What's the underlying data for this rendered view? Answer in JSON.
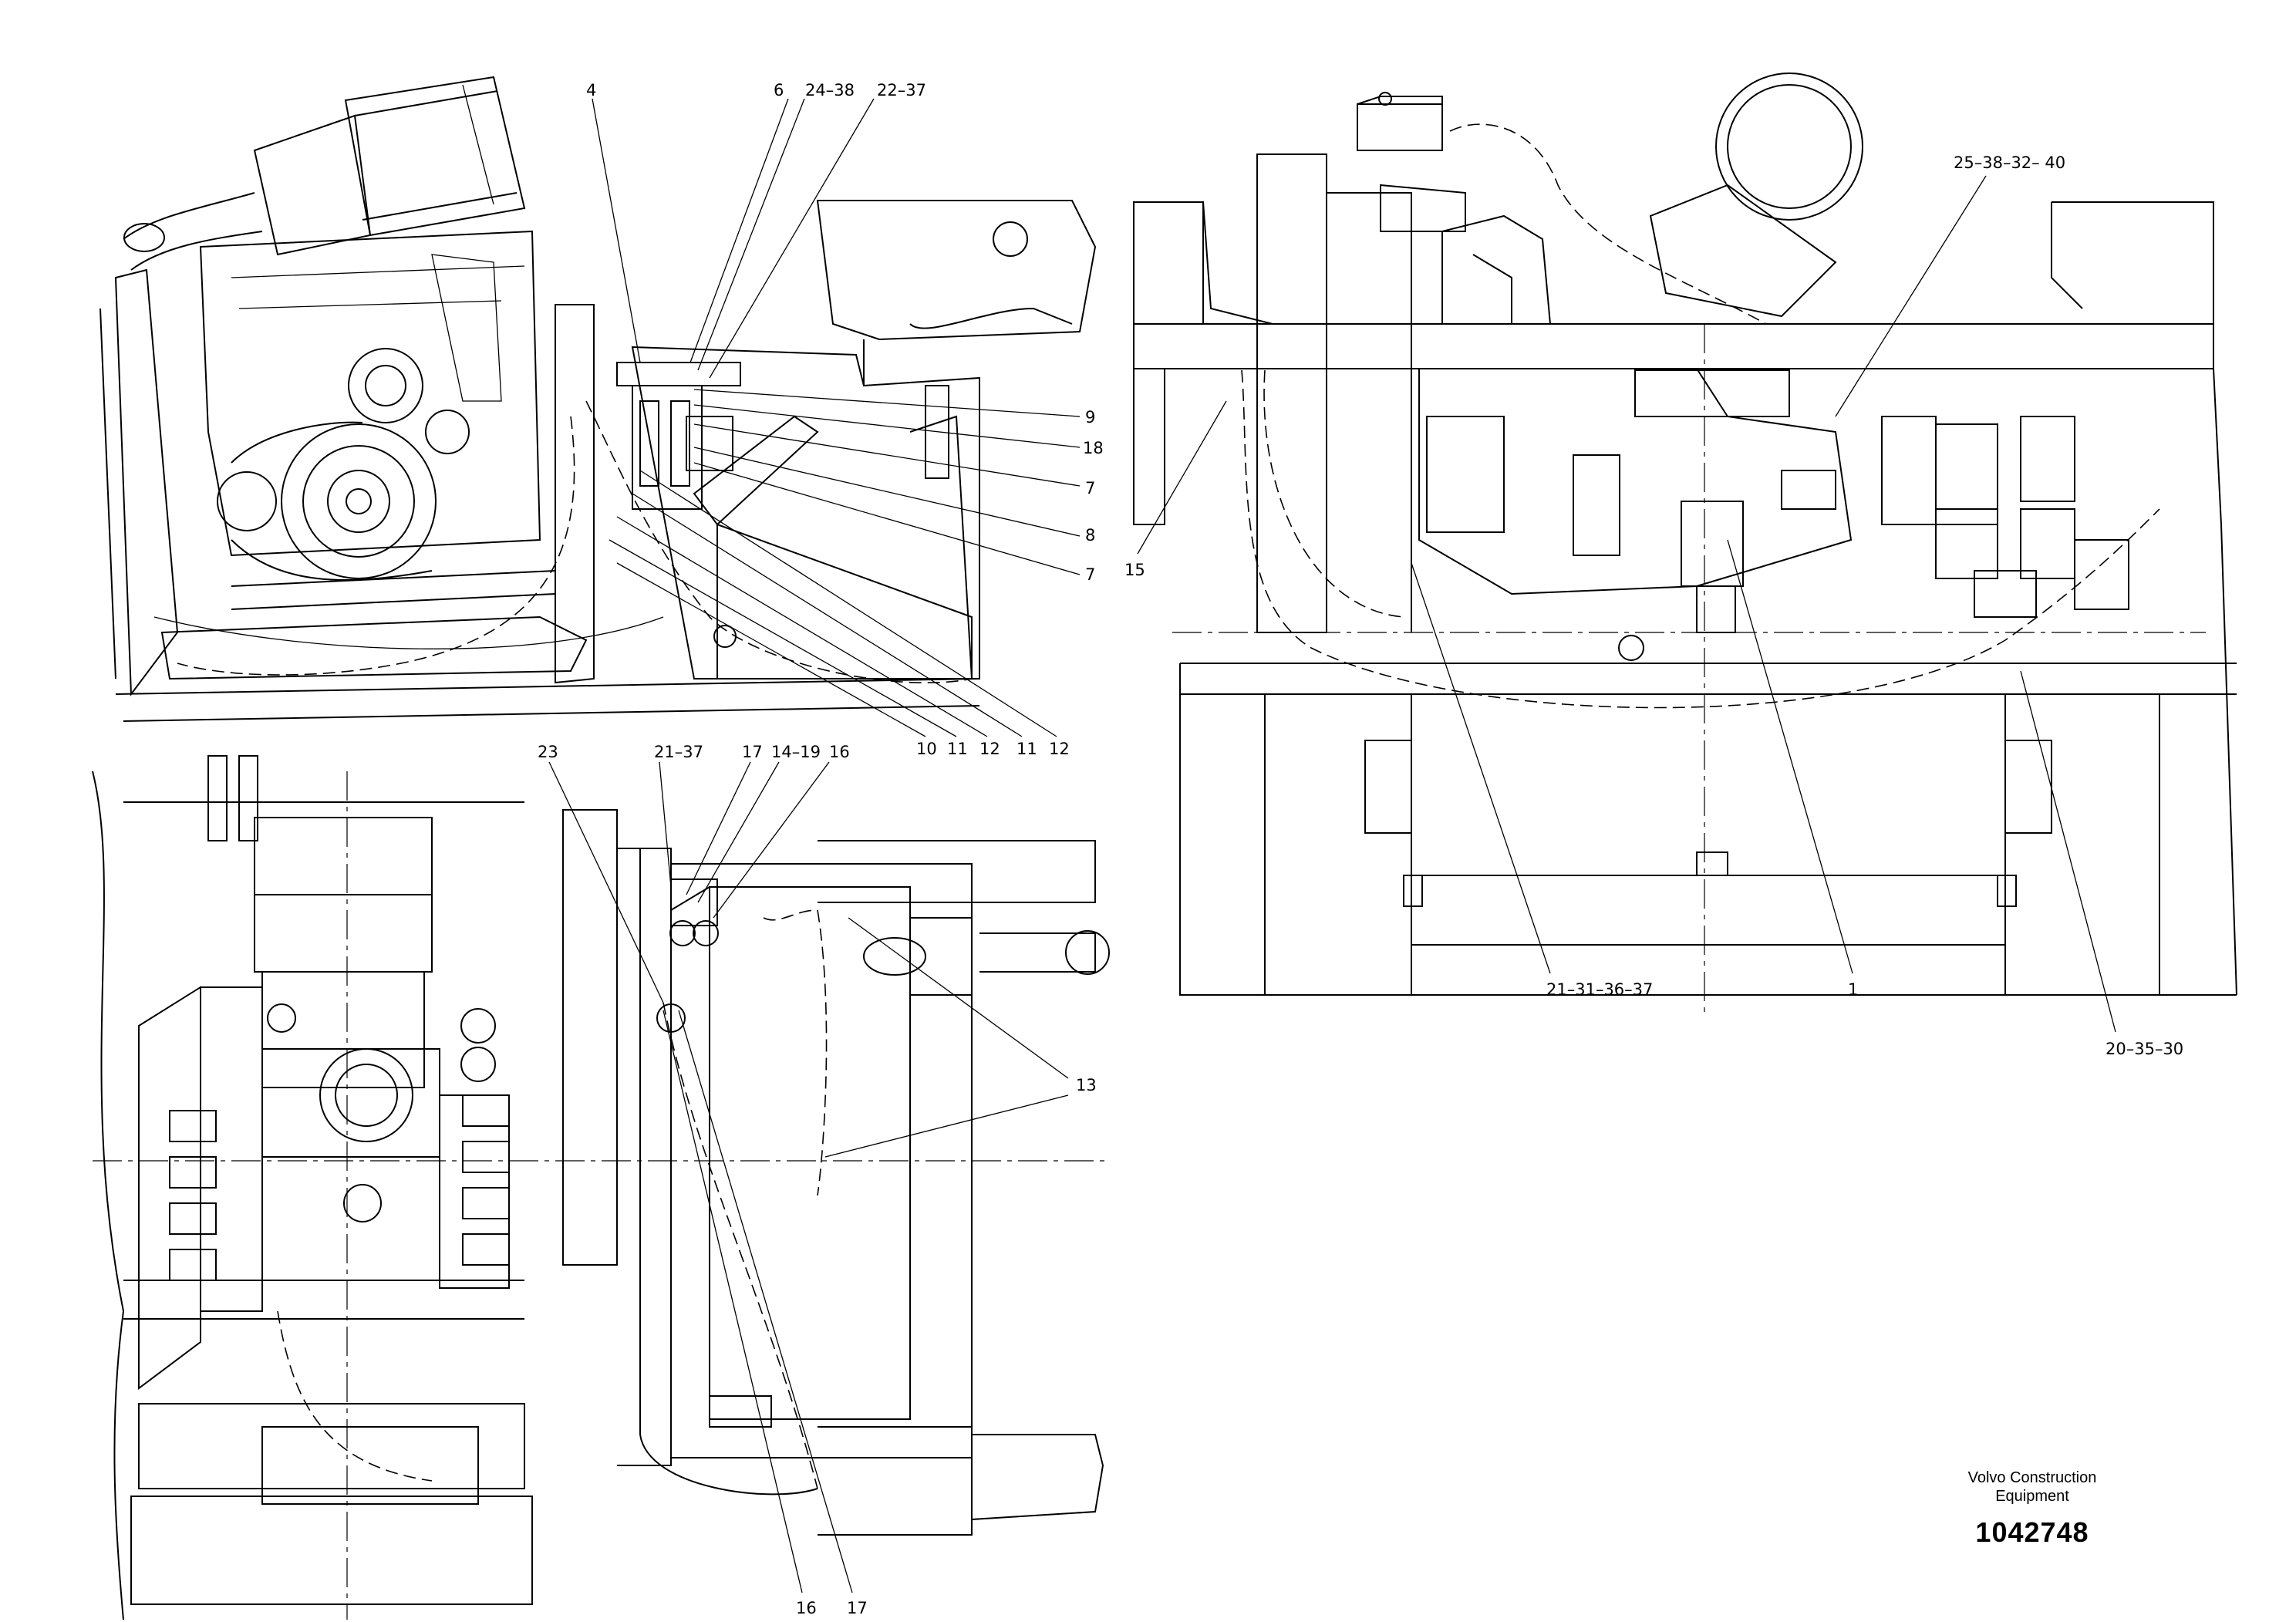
{
  "title_block": {
    "company_line1": "Volvo Construction",
    "company_line2": "Equipment",
    "drawing_number": "1042748"
  },
  "callouts": {
    "side_view": [
      "4",
      "6",
      "24–38",
      "22–37",
      "9",
      "18",
      "7",
      "8",
      "7",
      "10",
      "11",
      "12",
      "11",
      "12"
    ],
    "rear_view": [
      "25–38–32– 40",
      "15",
      "21–31–36–37",
      "1",
      "20–35–30"
    ],
    "top_view": [
      "23",
      "21–37",
      "17",
      "14–19",
      "16",
      "13",
      "16",
      "17"
    ]
  }
}
